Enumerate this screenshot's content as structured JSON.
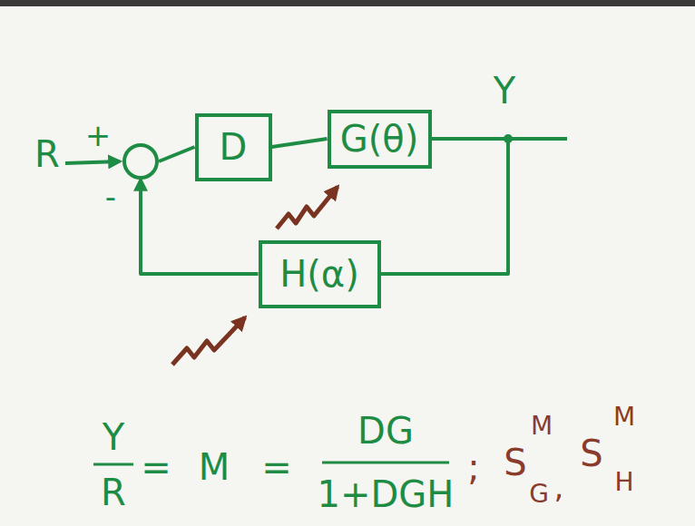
{
  "diagram": {
    "nodes": [
      {
        "text": [
          "+",
          "-"
        ]
      },
      {
        "text": [
          "D"
        ]
      },
      {
        "text": [
          "G(θ)"
        ]
      },
      {
        "text": [
          "H(α)"
        ]
      }
    ],
    "edges": [
      {
        "from": 0,
        "to": 1,
        "arrow": "none"
      },
      {
        "from": 1,
        "to": 2,
        "arrow": "none"
      },
      {
        "from": 2,
        "to": 3,
        "arrow": "none"
      },
      {
        "from": 3,
        "to": 0,
        "arrow": "to"
      }
    ],
    "labels": [
      "R",
      "Y",
      "Y",
      "R",
      "=",
      "M",
      "=",
      "DG",
      "1+DGH",
      ";",
      "S",
      "M",
      "G",
      ",",
      "S",
      "M",
      "H"
    ]
  }
}
